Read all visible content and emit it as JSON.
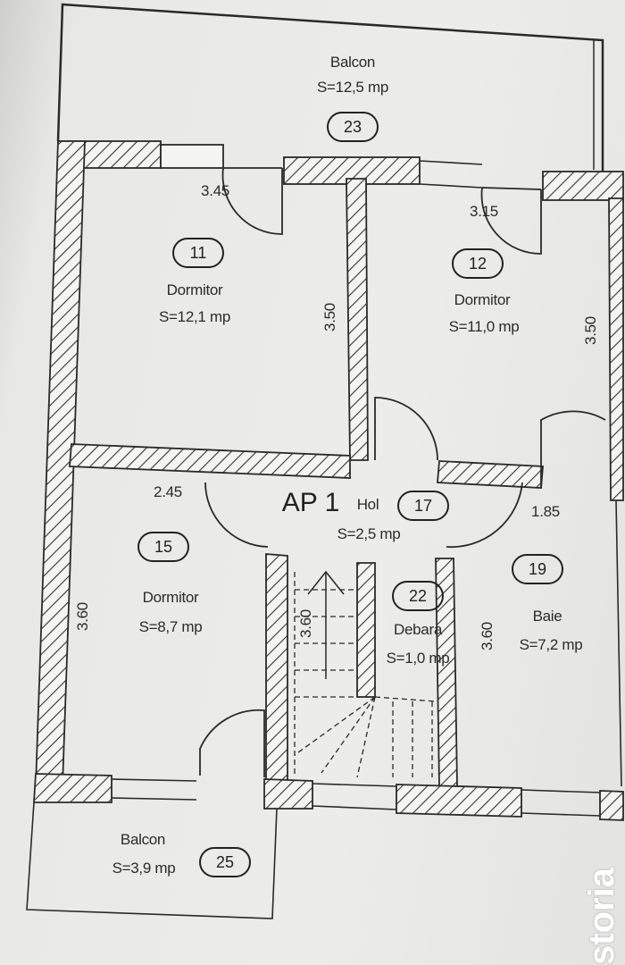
{
  "plan": {
    "apartment": "AP 1",
    "rooms": [
      {
        "id": "balcon-23",
        "name": "Balcon",
        "area": "S=12,5 mp",
        "number": "23"
      },
      {
        "id": "dormitor-11",
        "name": "Dormitor",
        "area": "S=12,1 mp",
        "number": "11"
      },
      {
        "id": "dormitor-12",
        "name": "Dormitor",
        "area": "S=11,0 mp",
        "number": "12"
      },
      {
        "id": "hol-17",
        "name": "Hol",
        "area": "S=2,5 mp",
        "number": "17"
      },
      {
        "id": "dormitor-15",
        "name": "Dormitor",
        "area": "S=8,7 mp",
        "number": "15"
      },
      {
        "id": "debara-22",
        "name": "Debara",
        "area": "S=1,0 mp",
        "number": "22"
      },
      {
        "id": "baie-19",
        "name": "Baie",
        "area": "S=7,2 mp",
        "number": "19"
      },
      {
        "id": "balcon-25",
        "name": "Balcon",
        "area": "S=3,9 mp",
        "number": "25"
      }
    ],
    "dimensions": [
      "3.45",
      "3.15",
      "3.50",
      "3.50",
      "2.45",
      "1.85",
      "3.60",
      "3.60",
      "3.60"
    ]
  },
  "brand": {
    "logo_text": "storia",
    "logo_color": "#ffffff"
  },
  "colors": {
    "line": "#2a2a2a",
    "paper": "#ececea"
  }
}
